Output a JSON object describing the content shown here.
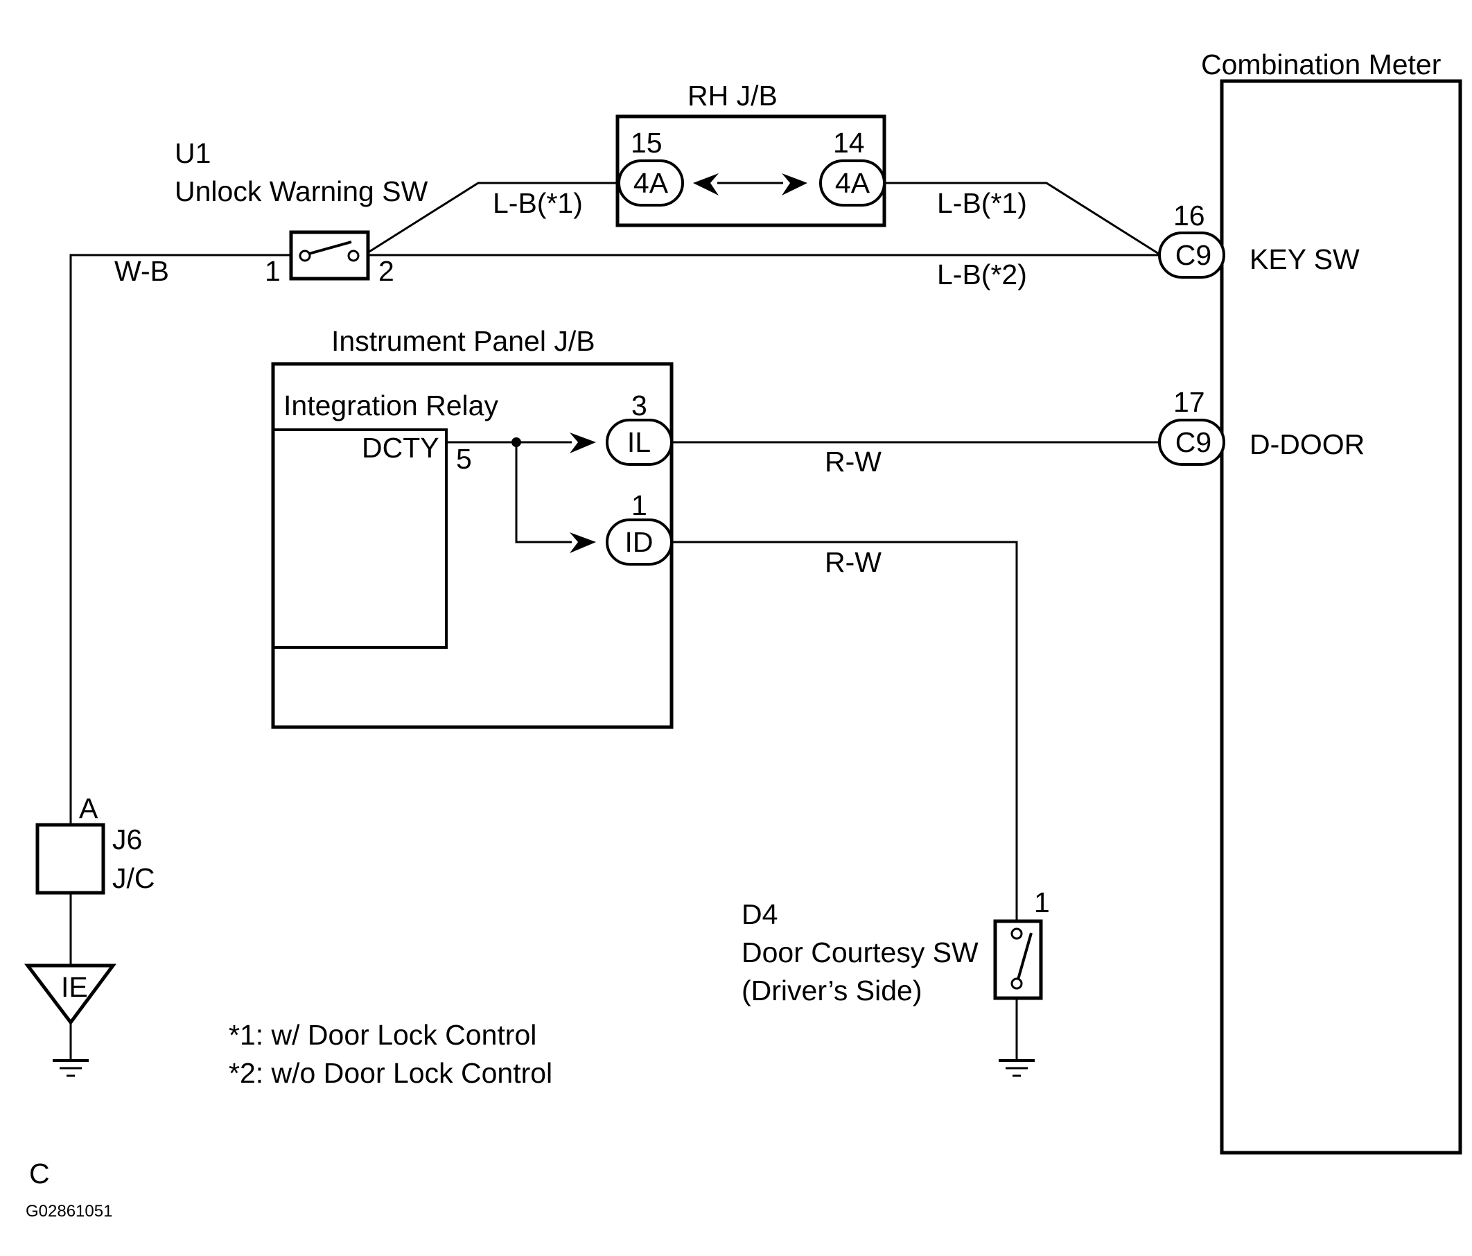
{
  "components": {
    "combination_meter": {
      "label": "Combination Meter",
      "key_sw": "KEY SW",
      "d_door": "D-DOOR"
    },
    "rh_jb": {
      "label": "RH J/B",
      "pin_left": "15",
      "pin_right": "14",
      "connector_left": "4A",
      "connector_right": "4A"
    },
    "unlock_sw": {
      "code": "U1",
      "name": "Unlock Warning SW",
      "pin1": "1",
      "pin2": "2"
    },
    "instrument_jb": {
      "label": "Instrument Panel J/B",
      "relay": "Integration Relay",
      "dcty": "DCTY",
      "dcty_pin": "5"
    },
    "il_connector": {
      "pin": "3",
      "code": "IL"
    },
    "id_connector": {
      "pin": "1",
      "code": "ID"
    },
    "c9_key": {
      "pin": "16",
      "code": "C9"
    },
    "c9_door": {
      "pin": "17",
      "code": "C9"
    },
    "j6": {
      "pin": "A",
      "code": "J6",
      "type": "J/C"
    },
    "ground_ie": "IE",
    "door_sw": {
      "code": "D4",
      "name": "Door Courtesy SW",
      "side": "(Driver’s Side)",
      "pin": "1"
    }
  },
  "wires": {
    "wb": "W-B",
    "lb1_left": "L-B(*1)",
    "lb1_right": "L-B(*1)",
    "lb2": "L-B(*2)",
    "rw_top": "R-W",
    "rw_bottom": "R-W"
  },
  "notes": {
    "note1": "*1: w/ Door Lock Control",
    "note2": "*2: w/o Door Lock Control"
  },
  "footer": {
    "letter": "C",
    "figure_id": "G02861051"
  }
}
